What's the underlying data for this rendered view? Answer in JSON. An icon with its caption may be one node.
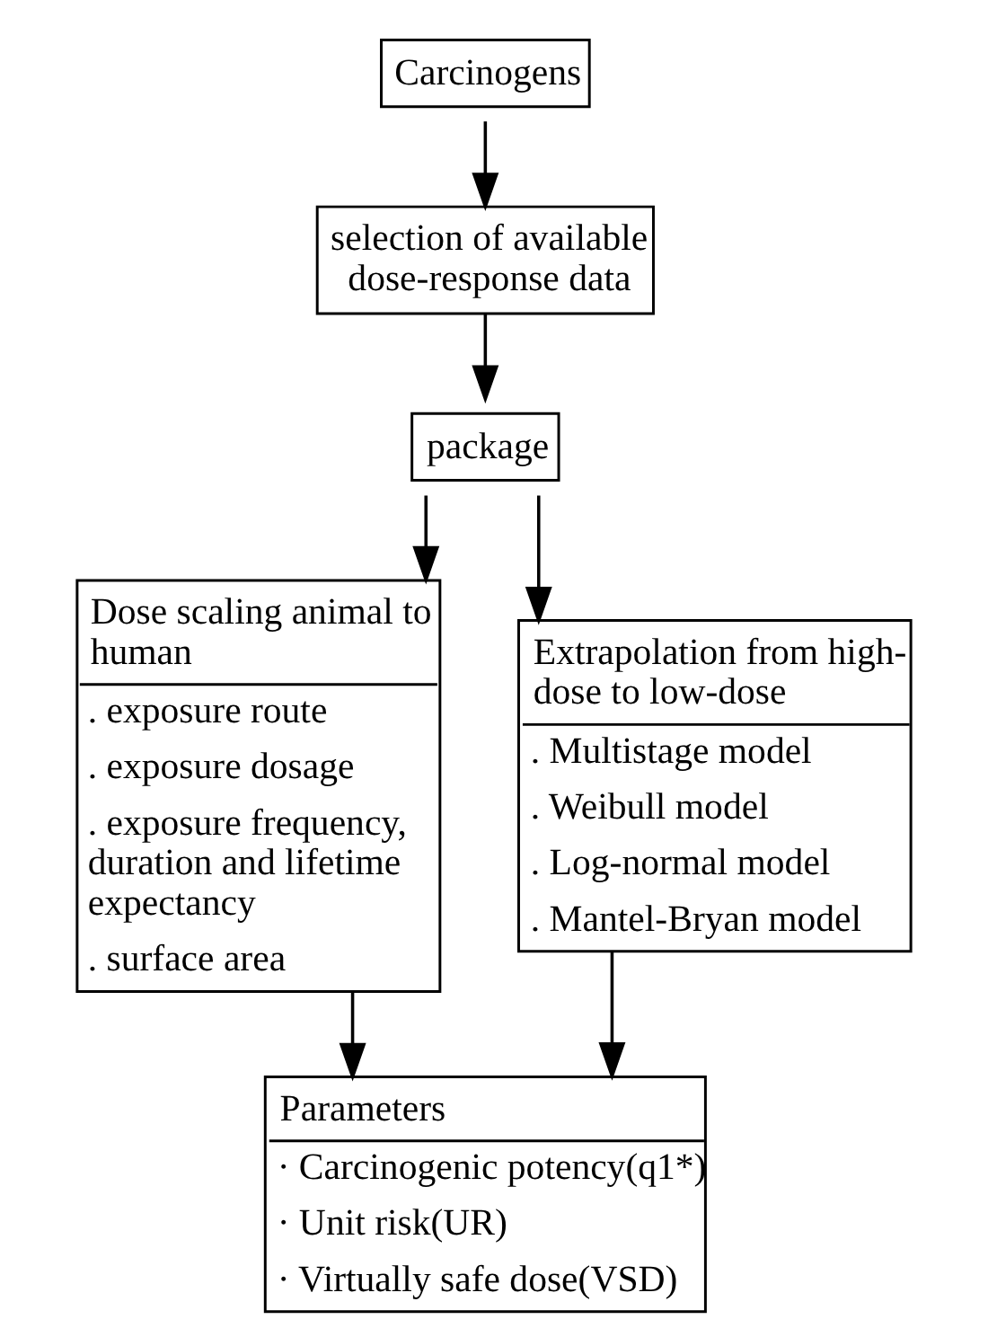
{
  "diagram": {
    "nodes": [
      {
        "text": [
          "Carcinogens"
        ]
      },
      {
        "text": [
          "selection of available dose-response data"
        ]
      },
      {
        "text": [
          "package"
        ]
      },
      {
        "text": [
          "Dose scaling animal to human",
          ". exposure route",
          ". exposure dosage",
          ". exposure frequency, duration and lifetime expectancy",
          ". surface area"
        ]
      },
      {
        "text": [
          "Extrapolation from high-dose to low-dose",
          ". Multistage model",
          ". Weibull model",
          ". Log-normal model",
          ". Mantel-Bryan model"
        ]
      },
      {
        "text": [
          "Parameters",
          "· Carcinogenic potency(q1*)",
          "· Unit risk(UR)",
          "· Virtually safe dose(VSD)"
        ]
      }
    ],
    "edges": [
      {
        "from": 0,
        "to": 1,
        "arrow": "to"
      },
      {
        "from": 1,
        "to": 2,
        "arrow": "to"
      },
      {
        "from": 2,
        "to": 3,
        "arrow": "to"
      },
      {
        "from": 2,
        "to": 4,
        "arrow": "to"
      },
      {
        "from": 3,
        "to": 5,
        "arrow": "to"
      },
      {
        "from": 4,
        "to": 5,
        "arrow": "to"
      }
    ]
  }
}
